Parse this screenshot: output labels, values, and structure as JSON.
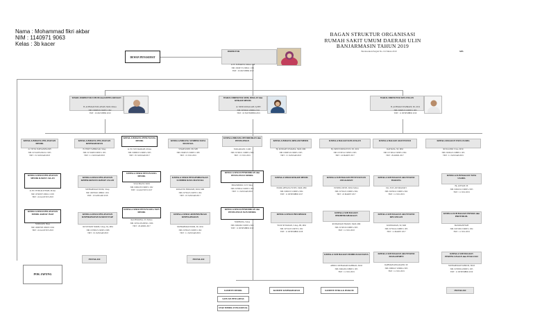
{
  "identity": {
    "nama": "Nama   : Mohammad fikri akbar",
    "nim": "NIM     : 1140971 9063",
    "kelas": "Kelas  : 3b kacer"
  },
  "header": {
    "title1": "BAGAN STRUKTUR ORGANISASI",
    "title2": "RUMAH SAKIT UMUM DAERAH ULIN",
    "title3": "BANJARMASIN TAHUN 2019",
    "sub": "Berdasarkan Pergub No. 04 Tahun 2019",
    "logo": "SPS"
  },
  "top": {
    "dewan": "DEWAN PENASEHAT",
    "direktur": {
      "title": "DIREKTUR",
      "lines": [
        "dr. H. SUHARTO, M.Kes, MP",
        "NIP. 19630713 198911 1 001",
        "TMT : 16 OKTOBER 2012"
      ]
    }
  },
  "wakil": [
    {
      "title": "WAKIL DIREKTUR UMUM dan KEPEGAWAIAN",
      "lines": [
        "H. ACHMAD NUR AFIAH, SKM, M.Kes",
        "NIP. 19690816 199203 1 002",
        "TMT : 16 OKTOBER 2019"
      ]
    },
    {
      "title": "WAKIL DIREKTUR SDM, DIKLAT dan REKAM MEDIS",
      "lines": [
        "dr. NINIS ROSALIAH, SpTHT",
        "NIP. 19760411 200604 2 011",
        "TMT : 16 NOVEMBER 2019"
      ]
    },
    {
      "title": "WAKIL DIREKTUR KEUANGAN",
      "lines": [
        "H. ACHMAD SYAHRANI, SE, M.Si",
        "NIP. 19690515 199303 1 003",
        "TMT : 11 DESEMBER 2019"
      ]
    }
  ],
  "kepala": [
    {
      "title": "KEPALA BIDANG PELAYANAN MEDIK",
      "lines": [
        "dr. VITYA SURYANINGSIH",
        "NIP. 19741208 200212 2 003",
        "TMT : 19 JANUARI 2018"
      ]
    },
    {
      "title": "KEPALA BIDANG PELAYANAN KEPERAWATAN",
      "lines": [
        "H. FERY FAHMIZAR, SKep",
        "NIP. 19710408 199503 1 003",
        "TMT : 11 JANUARI 2018"
      ]
    },
    {
      "title": "KEPALA BIDANG PENUNJANG MEDIK",
      "lines": [
        "dr. HJ. SITI MARIAH, M.Kes",
        "NIP. 19680915 199903 2 003",
        "TMT : 05 JANUARI 2017"
      ]
    },
    {
      "title": "KEPALA BIDANG SUMBER DAYA MANUSIA",
      "lines": [
        "SYAMSUDIN, SH, MH",
        "NIP. 19640315 199003 1 008",
        "TMT : 15 JULI 2019"
      ]
    },
    {
      "title": "KEPALA BIDANG PENDIDIKAN dan PENELITIAN",
      "lines": [
        "NOR ARIANI, S.KM",
        "NIP. 19740101 199803 2 006",
        "TMT : 15 JULI 2019"
      ]
    },
    {
      "title": "KEPALA BIDANG REKAM MEDIS",
      "lines": [
        "Hj. RUSDAH JUMAINA, SKM, MM",
        "NIP. 19690516 199003 2 005",
        "TMT : 15 JANUARI 2018"
      ]
    },
    {
      "title": "KEPALA BAGIAN KEUANGAN",
      "lines": [
        "Hj. ERNI WIDYASTUTI, SE, M.Si",
        "NIP. 19720312 199503 2 003",
        "TMT : 24 MARET 2017"
      ]
    },
    {
      "title": "KEPALA BAGIAN AKUNTANSI",
      "lines": [
        "RAFIANA, SE, MM",
        "NIP. 19710612 199303 2 004",
        "TMT : 29 APRIL 2017"
      ]
    },
    {
      "title": "KEPALA BAGIAN TATA USAHA",
      "lines": [
        "RUSLANDI, S.Sos, M.M",
        "NIP. 19630415 198803 1 005",
        "TMT : 11 JANUARI 2019"
      ]
    }
  ],
  "seksi": {
    "col1": [
      {
        "title": "KEPALA SEKSI PELAYANAN MEDIK RAWAT JALAN",
        "lines": [
          "dr. HJ. FITRI ALWIYAH, M.Kes",
          "NIP. 19740507 200212 2 005",
          "TMT : 24 AGUSTUS 2018"
        ]
      },
      {
        "title": "KEPALA SEKSI PELAYANAN MEDIK RAWAT INAP",
        "lines": [
          "NORLIANI, SKep",
          "NIP. 19690708 199203 2 004",
          "TMT : 24 AGUSTUS 2018"
        ]
      }
    ],
    "col2": [
      {
        "title": "KEPALA SEKSI PELAYANAN KEPERAWATAN RAWAT JALAN",
        "lines": [
          "MUHAMMAD NOOR, S.Kep",
          "NIP. 19670526 198902 1 001",
          "TMT : 19 JANUARI 2018"
        ]
      },
      {
        "title": "KEPALA SEKSI PELAYANAN KEPERAWATAN RAWAT INAP",
        "lines": [
          "RUSTIYANI NORIE, S.Kep, Ns, MM",
          "NIP. 19700615 199303 2 008",
          "TMT : 19 JANUARI 2018"
        ]
      }
    ],
    "col3": [
      {
        "title": "KEPALA SEKSI PENUNJANG MEDIK",
        "lines": [
          "SUGI PRAST, SKM",
          "NIP. 19681230 199003 1 002",
          "TMT : 24 AGUSTUS 2017"
        ]
      },
      {
        "title": "KEPALA SEKSI PENUNJANG NON MEDIK",
        "lines": [
          "RACHMATNA, ST, M.Kes",
          "NIP. 19761128 200501 2 006",
          "TMT : 20 APRIL 2017"
        ]
      }
    ],
    "col4": [
      {
        "title": "KEPALA SEKSI PENGEMBANGAN SUMBER DAYA MANUSIA",
        "lines": [
          "ROSANTO HIDAYAH, SKM, MM",
          "NIP. 19750415 199703 1 004",
          "TMT : 18 JANUARI 2017"
        ]
      },
      {
        "title": "KEPALA SEKSI ADMINISTRASI KEPEGAWAIAN",
        "lines": [
          "MUHAMMAD NOOR, SE, M.Si",
          "NIP. 19700415 199303 1 002",
          "TMT : 11 JANUARI 2019"
        ]
      }
    ],
    "col5": [
      {
        "title": "KEPALA SEKSI PENDIDIKAN dan PENELITIAN MEDIK",
        "lines": [
          "PRIASMORO, S.ST, SKep",
          "NIP. 19700612 199303 1 003",
          "TMT : 11 JANUARI 2018"
        ]
      },
      {
        "title": "KEPALA SEKSI PENDIDIKAN dan PENELITIAN NON MEDIK",
        "lines": [
          "NORHANA, S.Kep",
          "NIP. 19691002 199303 2 004",
          "TMT : 11 DESEMBER 2019"
        ]
      }
    ],
    "col6": [
      {
        "title": "KEPALA SEKSI REKAM MEDIS",
        "lines": [
          "NOOR AHYANA YUNIS, SKM, MM",
          "NIP. 19681015 199003 2 004",
          "TMT : 11 DESEMBER 2017"
        ]
      },
      {
        "title": "KEPALA SEKSI INFORMASI",
        "lines": [
          "YUDI SETIAWAN, S.Kep, SH, MM",
          "NIP. 19751103 199703 1 002",
          "TMT : 11 DESEMBER 2018"
        ]
      }
    ],
    "col7": [
      {
        "title": "KEPALA SUB BAGIAN PENYUSUNAN ANGGARAN",
        "lines": [
          "PUSPITA DEWI, SKM, M.Kes",
          "NIP. 19750415 199903 2 004",
          "TMT : 22 MARET 2017"
        ]
      },
      {
        "title": "KEPALA SUB BAGIAN PERBENDAHARAAN",
        "lines": [
          "RUSMAWATI HAYATI, SKM, MM",
          "NIP. 19740316 199803 2 003",
          "TMT : 11 JULI 2018"
        ]
      },
      {
        "title": "KEPALA SUB BAGIAN MOBILISASI DANA",
        "lines": [
          "ABDUL MUHARAM RAHMAN, SKM",
          "NIP. 19661204 198903 1 005",
          "TMT : 11 JULI 2019"
        ]
      }
    ],
    "col8": [
      {
        "title": "KEPALA SUB BAGIAN AKUNTANSI BARANG",
        "lines": [
          "Dra. ELIS, RUSMAWATI",
          "NIP. 19670102 199003 2 002",
          "TMT : 11 JULI 2019"
        ]
      },
      {
        "title": "KEPALA SUB BAGIAN AKUNTANSI KEUANGAN",
        "lines": [
          "KURNIAWAN, SE, MM",
          "NIP. 19750414 199803 1 005",
          "TMT : 11 MARET 2017"
        ]
      },
      {
        "title": "KEPALA SUB BAGIAN AKUNTANSI MANAJEMEN",
        "lines": [
          "RAHMAH ANGGRAINI, SE",
          "NIP. 19800417 200604 2 003",
          "TMT : 11 JULI 2019"
        ]
      }
    ],
    "col9": [
      {
        "title": "KEPALA SUB BAGIAN TATA USAHA",
        "lines": [
          "Hj. ASIYAH, SE",
          "NIP. 19691012 199003 2 003",
          "TMT : 11 JULI 2019"
        ]
      },
      {
        "title": "KEPALA SUB BAGIAN HUMAS dan PROTOKOL",
        "lines": [
          "MASRIANSYAH",
          "NIP. 19671002 199003 1 004",
          "TMT : 11 JULI 2019"
        ]
      },
      {
        "title": "KEPALA SUB BAGIAN PERENCANAAN dan EVALUASI",
        "lines": [
          "MUHAMMAD FAHRUZI, SKM",
          "NIP. 19760304 200003 1 005",
          "TMT : 11 DESEMBER 2019"
        ]
      }
    ]
  },
  "instalasi": {
    "label": "INSTALASI"
  },
  "pok": {
    "label": "POK JAFUNG"
  },
  "komite": {
    "medik": "KOMITE MEDIK",
    "keperawatan": "KOMITE KEPERAWATAN",
    "etika": "KOMITE ETIKA & HUKUM",
    "spi": "SATUAN PENGAWAS INTERNAL",
    "smf": "STAF MEDIK FUNGSIONAL"
  }
}
